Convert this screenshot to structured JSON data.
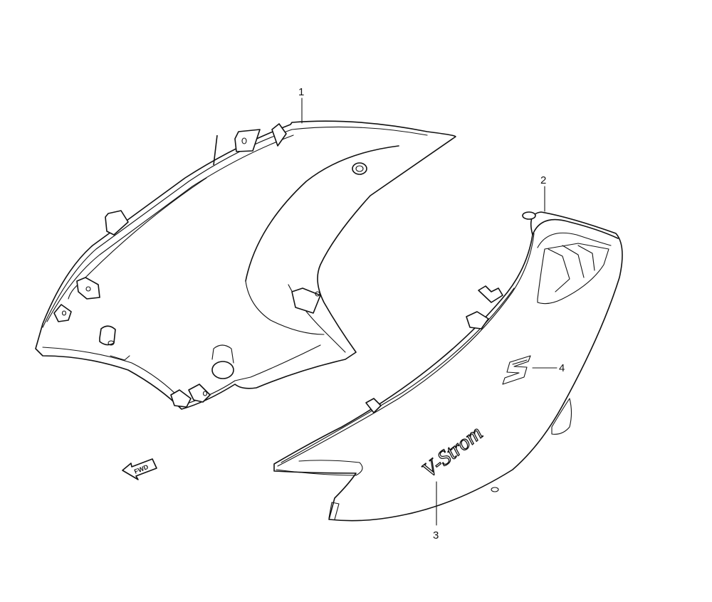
{
  "callouts": [
    {
      "id": "1",
      "label": "1"
    },
    {
      "id": "2",
      "label": "2"
    },
    {
      "id": "3",
      "label": "3"
    },
    {
      "id": "4",
      "label": "4"
    }
  ],
  "fwd_label": "FWD",
  "decal_text": "V-Strom",
  "colors": {
    "line": "#111111",
    "background": "#ffffff"
  }
}
